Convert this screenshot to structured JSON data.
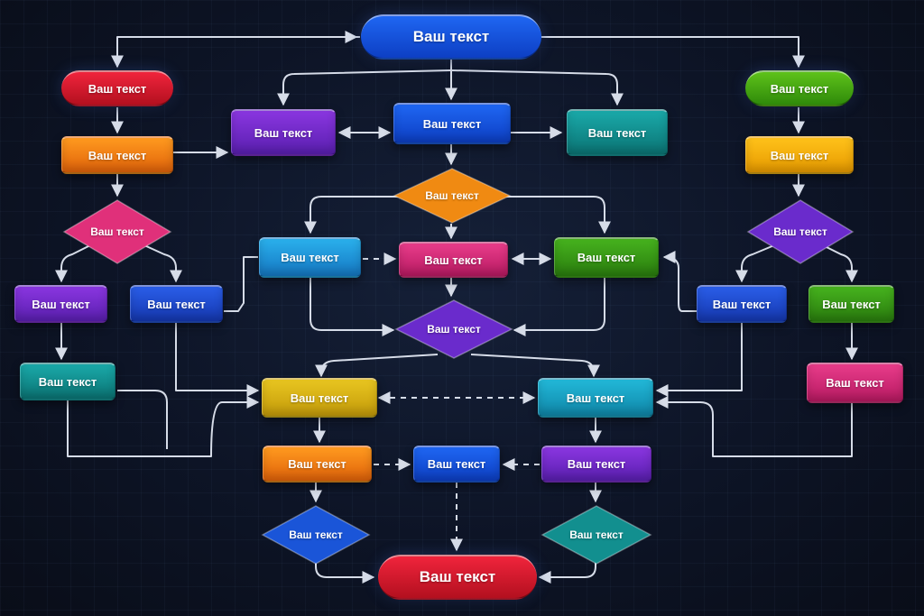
{
  "diagram": {
    "nodes": [
      {
        "id": "start",
        "label": "Ваш текст",
        "color": "#1649e6"
      },
      {
        "id": "l-red",
        "label": "Ваш текст",
        "color": "#d81a30"
      },
      {
        "id": "l-orange",
        "label": "Ваш текст",
        "color": "#f2820f"
      },
      {
        "id": "l-diamond",
        "label": "Ваш текст",
        "color": "#e0307a"
      },
      {
        "id": "l-purple",
        "label": "Ваш текст",
        "color": "#6a2bcc"
      },
      {
        "id": "l-blue",
        "label": "Ваш текст",
        "color": "#1e4fd8"
      },
      {
        "id": "l-teal",
        "label": "Ваш текст",
        "color": "#118a8a"
      },
      {
        "id": "m-purple",
        "label": "Ваш текст",
        "color": "#6d2fd6"
      },
      {
        "id": "m-blue",
        "label": "Ваш текст",
        "color": "#1650e0"
      },
      {
        "id": "m-teal",
        "label": "Ваш текст",
        "color": "#16a0a0"
      },
      {
        "id": "m-diamond",
        "label": "Ваш текст",
        "color": "#f08a12"
      },
      {
        "id": "m-sky",
        "label": "Ваш текст",
        "color": "#1b95d8"
      },
      {
        "id": "m-pink",
        "label": "Ваш текст",
        "color": "#d42a78"
      },
      {
        "id": "m-green",
        "label": "Ваш текст",
        "color": "#3d9e14"
      },
      {
        "id": "m-purple-diamond",
        "label": "Ваш текст",
        "color": "#6a2bcc"
      },
      {
        "id": "r-green",
        "label": "Ваш текст",
        "color": "#4db216"
      },
      {
        "id": "r-gold",
        "label": "Ваш текст",
        "color": "#f5ad0f"
      },
      {
        "id": "r-diamond",
        "label": "Ваш текст",
        "color": "#6a2bcc"
      },
      {
        "id": "r-blue",
        "label": "Ваш текст",
        "color": "#1e4fd8"
      },
      {
        "id": "r-green2",
        "label": "Ваш текст",
        "color": "#3a9a16"
      },
      {
        "id": "r-pink",
        "label": "Ваш текст",
        "color": "#d42a6e"
      },
      {
        "id": "c-yellow",
        "label": "Ваш текст",
        "color": "#d6b014"
      },
      {
        "id": "c-teal",
        "label": "Ваш текст",
        "color": "#169cb8"
      },
      {
        "id": "b-orange",
        "label": "Ваш текст",
        "color": "#f0700f"
      },
      {
        "id": "b-blue",
        "label": "Ваш текст",
        "color": "#1660e0"
      },
      {
        "id": "b-purple",
        "label": "Ваш текст",
        "color": "#6a2bcc"
      },
      {
        "id": "b-blue-diamond",
        "label": "Ваш текст",
        "color": "#1a55d8"
      },
      {
        "id": "b-teal-diamond",
        "label": "Ваш текст",
        "color": "#128f8f"
      },
      {
        "id": "end",
        "label": "Ваш текст",
        "color": "#d4141f"
      }
    ],
    "background_color": "#0c1120",
    "connector_color": "#d6dce8"
  }
}
